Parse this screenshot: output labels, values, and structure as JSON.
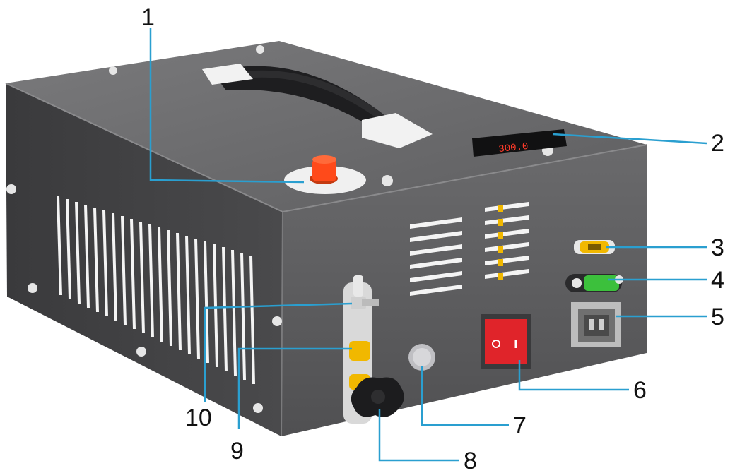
{
  "diagram": {
    "callouts": [
      {
        "id": "1",
        "label": "1"
      },
      {
        "id": "2",
        "label": "2"
      },
      {
        "id": "3",
        "label": "3"
      },
      {
        "id": "4",
        "label": "4"
      },
      {
        "id": "5",
        "label": "5"
      },
      {
        "id": "6",
        "label": "6"
      },
      {
        "id": "7",
        "label": "7"
      },
      {
        "id": "8",
        "label": "8"
      },
      {
        "id": "9",
        "label": "9"
      },
      {
        "id": "10",
        "label": "10"
      }
    ],
    "display_readout": "300.0",
    "colors": {
      "leader_line": "#2a9fd0",
      "body_dark": "#3d3d3f",
      "body_front": "#5a5a5c",
      "body_top": "#6e6e70",
      "switch_red": "#e0242a",
      "knob_orange": "#ff4a1a",
      "fitting_yellow": "#f1b800",
      "fuse_green": "#3cc03c"
    }
  }
}
